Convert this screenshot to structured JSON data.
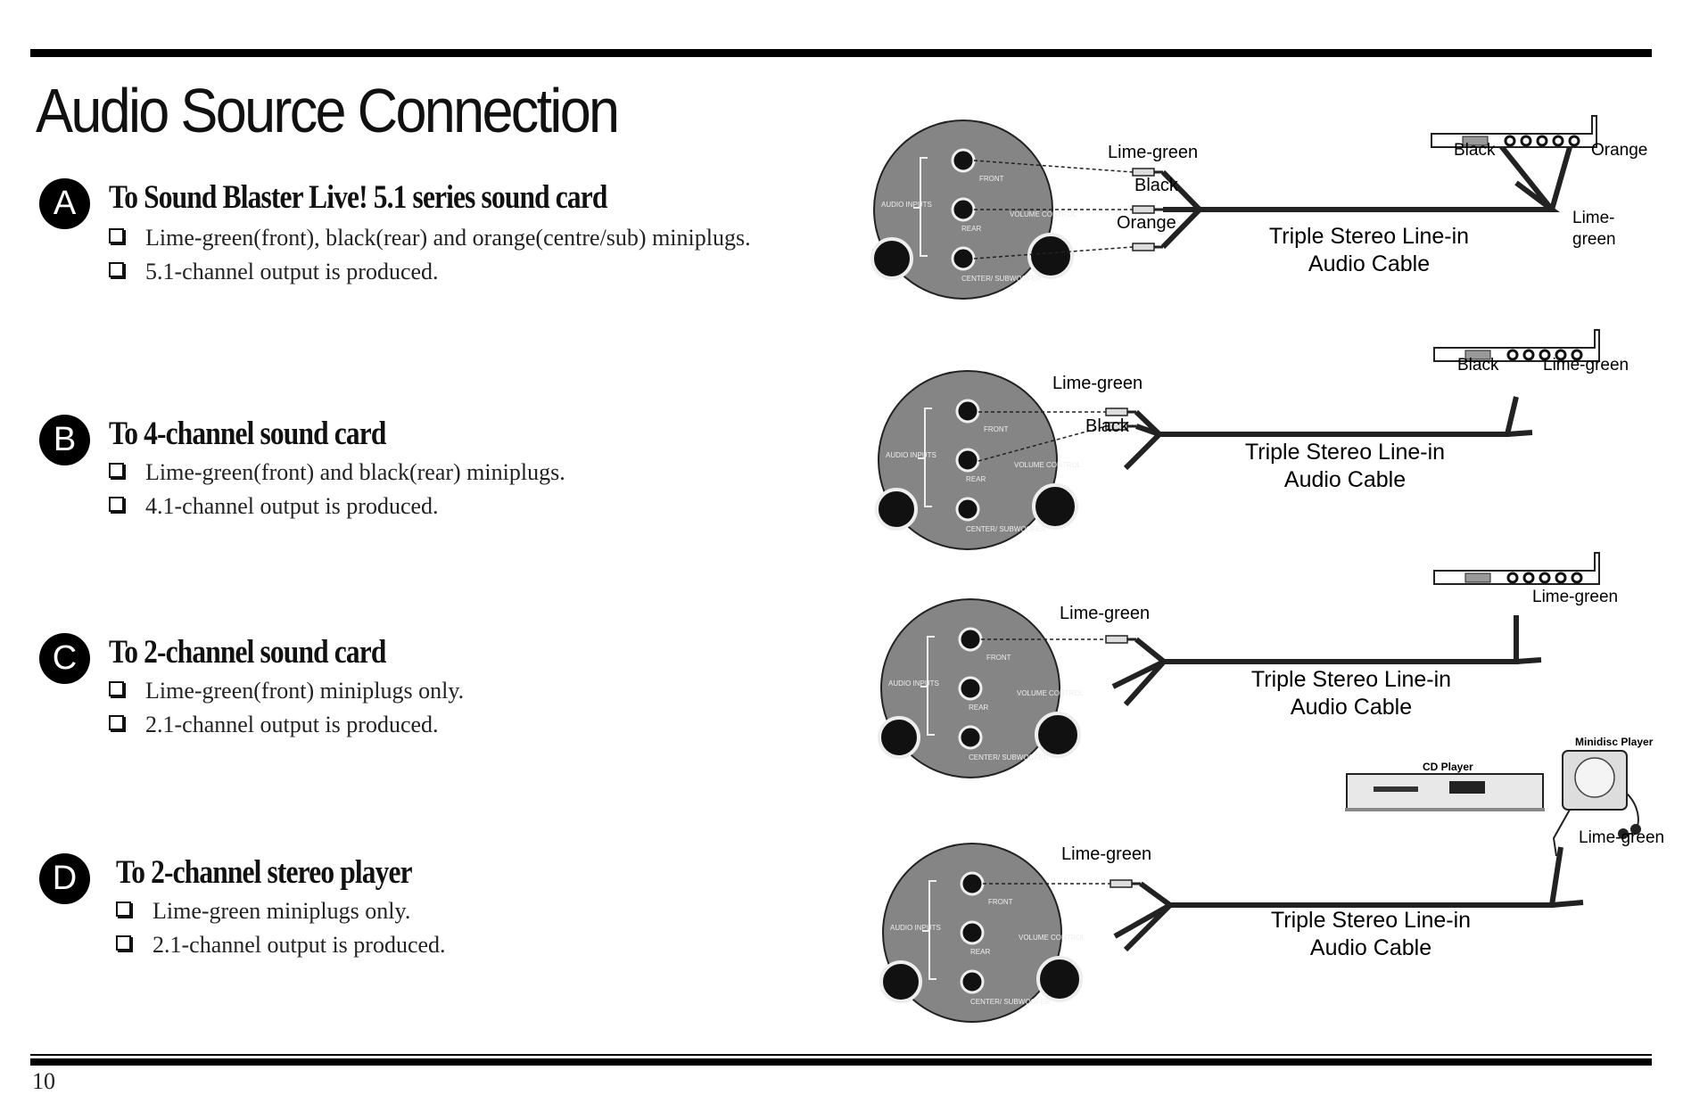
{
  "title": "Audio Source Connection",
  "page_number": "10",
  "sections": [
    {
      "badge": "A",
      "heading": "To Sound Blaster Live! 5.1 series sound card",
      "bullets": [
        "Lime-green(front), black(rear) and orange(centre/sub) miniplugs.",
        "5.1-channel output is produced."
      ]
    },
    {
      "badge": "B",
      "heading": "To 4-channel sound card",
      "bullets": [
        "Lime-green(front) and black(rear) miniplugs.",
        "4.1-channel output is produced."
      ]
    },
    {
      "badge": "C",
      "heading": "To 2-channel sound card",
      "bullets": [
        "Lime-green(front) miniplugs only.",
        "2.1-channel output is produced."
      ]
    },
    {
      "badge": "D",
      "heading": "To 2-channel stereo player",
      "bullets": [
        "Lime-green miniplugs only.",
        "2.1-channel output is produced."
      ]
    }
  ],
  "panel": {
    "audio_inputs": "AUDIO INPUTS",
    "front": "FRONT",
    "rear": "REAR",
    "center_sub": "CENTER/ SUBWOOFER",
    "volume": "VOLUME CONTROL"
  },
  "diagrams": {
    "cable_line1": "Triple Stereo Line-in",
    "cable_line2": "Audio Cable",
    "a": {
      "lime_green": "Lime-green",
      "black": "Black",
      "orange": "Orange",
      "card_black": "Black",
      "card_orange": "Orange",
      "card_lime_1": "Lime-",
      "card_lime_2": "green"
    },
    "b": {
      "lime_green": "Lime-green",
      "black": "Black",
      "card_black": "Black",
      "card_lime": "Lime-green"
    },
    "c": {
      "lime_green": "Lime-green",
      "card_lime": "Lime-green"
    },
    "d": {
      "lime_green": "Lime-green",
      "cd_player": "CD Player",
      "minidisc_player": "Minidisc Player",
      "player_lime": "Lime-green"
    }
  }
}
